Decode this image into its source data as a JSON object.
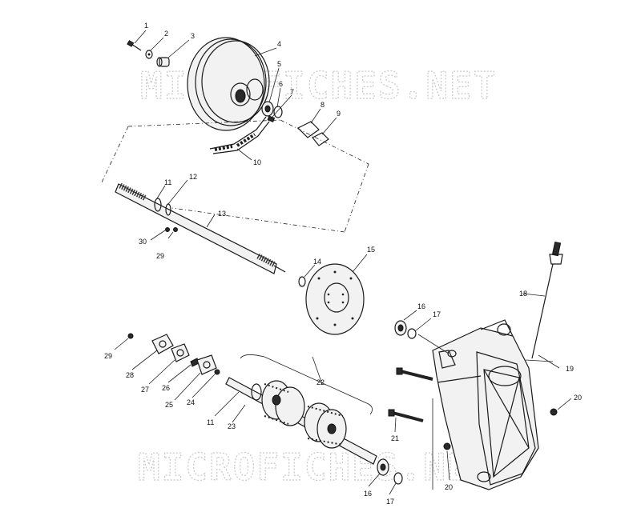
{
  "watermark": "MICROFICHES.NET",
  "callouts": [
    "1",
    "2",
    "3",
    "4",
    "5",
    "6",
    "7",
    "8",
    "9",
    "10",
    "11",
    "12",
    "13",
    "14",
    "15",
    "16",
    "17",
    "18",
    "19",
    "20",
    "21",
    "22",
    "23",
    "24",
    "25",
    "26",
    "27",
    "28",
    "29",
    "30"
  ],
  "callout_instances": [
    "1",
    "2",
    "3",
    "4",
    "5",
    "6",
    "7",
    "8",
    "9",
    "10",
    "11",
    "12",
    "13",
    "30",
    "29",
    "14",
    "15",
    "29",
    "28",
    "27",
    "26",
    "25",
    "24",
    "11",
    "23",
    "22",
    "16",
    "17",
    "18",
    "19",
    "20",
    "21",
    "16",
    "17",
    "20"
  ]
}
